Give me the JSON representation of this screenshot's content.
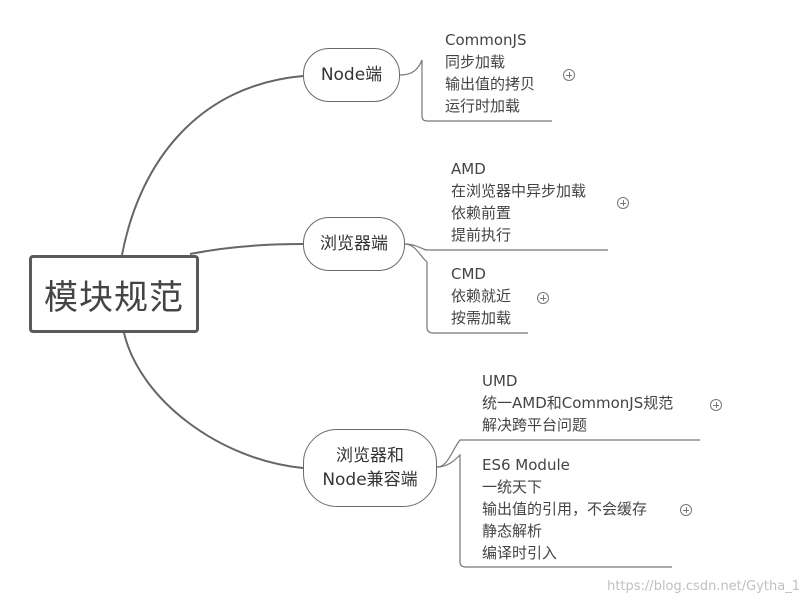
{
  "root": {
    "label": "模块规范"
  },
  "branches": {
    "node": {
      "label": "Node端"
    },
    "browser": {
      "label": "浏览器端"
    },
    "both": {
      "line1": "浏览器和",
      "line2": "Node兼容端"
    }
  },
  "leaves": {
    "commonjs": [
      "CommonJS",
      "同步加载",
      "输出值的拷贝",
      "运行时加载"
    ],
    "amd": [
      "AMD",
      "在浏览器中异步加载",
      "依赖前置",
      "提前执行"
    ],
    "cmd": [
      "CMD",
      "依赖就近",
      "按需加载"
    ],
    "umd": [
      "UMD",
      "统一AMD和CommonJS规范",
      "解决跨平台问题"
    ],
    "esm": [
      "ES6 Module",
      "一统天下",
      "输出值的引用，不会缓存",
      "静态解析",
      "编译时引入"
    ]
  },
  "watermark": "https://blog.csdn.net/Gytha_1"
}
